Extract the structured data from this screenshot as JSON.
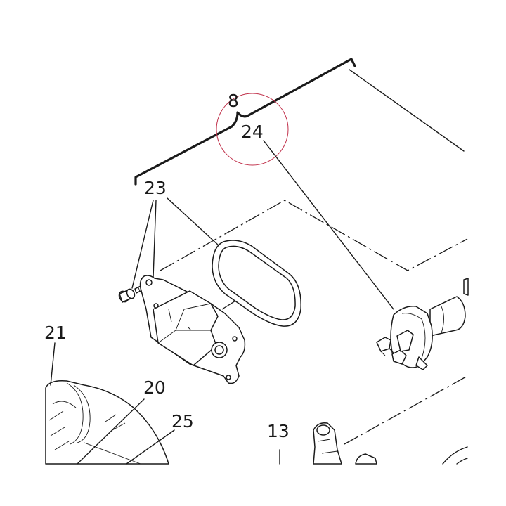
{
  "callouts": {
    "c8": "8",
    "c13": "13",
    "c20": "20",
    "c21": "21",
    "c23": "23",
    "c24": "24",
    "c25": "25"
  },
  "colors": {
    "ink": "#1a1a1a",
    "highlight_circle": "#c0304a",
    "background": "#ffffff"
  }
}
